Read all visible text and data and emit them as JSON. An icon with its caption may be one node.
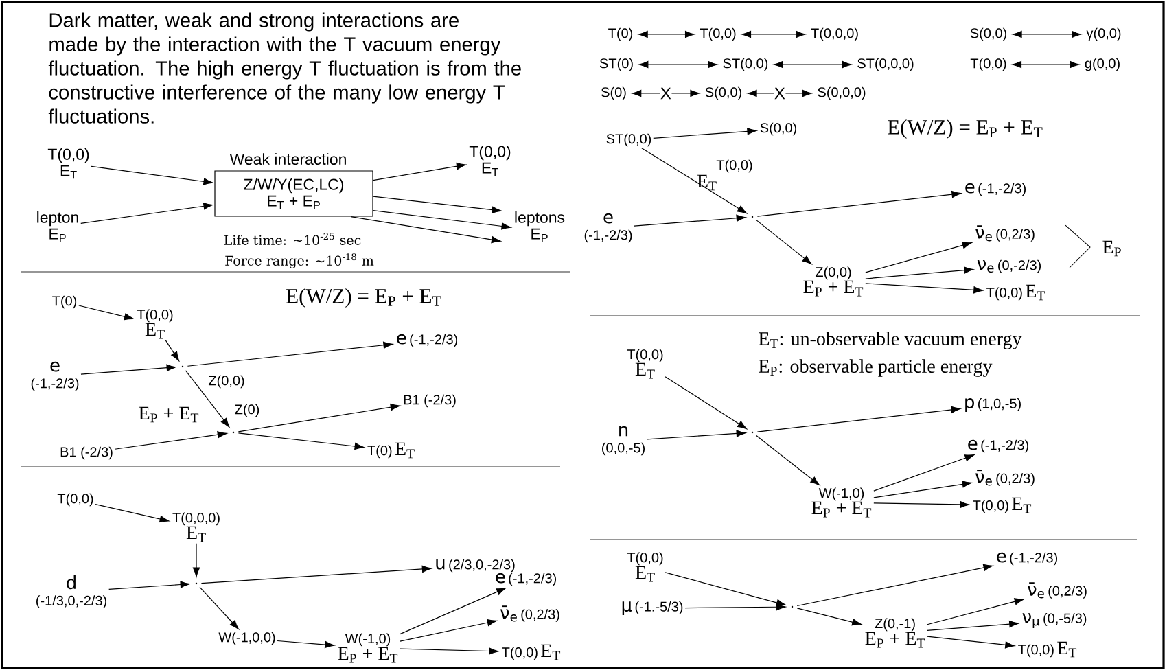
{
  "diagram": {
    "title": "Dark matter, weak and strong interactions are made by the interaction with the T vacuum energy fluctuation. The high energy T fluctuation is from the constructive interference of the many low energy T fluctuations.",
    "nodes": [
      {
        "text": [
          "T(0,0)",
          "E$_{T}$"
        ]
      },
      {
        "text": [
          "lepton",
          "E$_{P}$"
        ]
      },
      {
        "text": [
          "Weak interaction",
          "Z/W/Y(EC,LC)",
          "E$_{T}$ + E$_{P}$"
        ],
        "beside": [
          "Life time: ∼10$^{-25}$ sec",
          "Force range: ∼10$^{-18}$ m"
        ]
      },
      {
        "text": [
          "T(0,0)",
          "E$_{T}$"
        ]
      },
      {
        "text": [
          "leptons",
          "E$_{P}$"
        ]
      },
      {
        "text": [
          "T(0)"
        ]
      },
      {
        "text": [
          "T(0,0)",
          "E$_{T}$"
        ]
      },
      {
        "text": [
          "e",
          "(-1,-2/3)"
        ]
      },
      {
        "text": [],
        "shape": "dot"
      },
      {
        "text": [
          "e",
          "(-1,-2/3)"
        ]
      },
      {
        "text": [],
        "shape": "dot",
        "beside": [
          "Z(0)"
        ]
      },
      {
        "text": [
          "B1 (-2/3)"
        ]
      },
      {
        "text": [
          "B1 (-2/3)"
        ]
      },
      {
        "text": [
          "T(0)",
          "E$_{T}$"
        ]
      },
      {
        "text": [
          "T(0,0)"
        ]
      },
      {
        "text": [
          "T(0,0,0)",
          "E$_{T}$"
        ]
      },
      {
        "text": [
          "d",
          "(-1/3,0,-2/3)"
        ]
      },
      {
        "text": [],
        "shape": "dot"
      },
      {
        "text": [
          "u",
          "(2/3,0,-2/3)"
        ]
      },
      {
        "text": [
          "W(-1,0,0)"
        ]
      },
      {
        "text": [
          "W(-1,0)",
          "E$_{P}$ + E$_{T}$"
        ]
      },
      {
        "text": [
          "e",
          "(-1,-2/3)"
        ]
      },
      {
        "text": [
          "ν̄$_{e}$",
          "(0,2/3)"
        ]
      },
      {
        "text": [
          "T(0,0)",
          "E$_{T}$"
        ]
      },
      {
        "text": [
          "T(0)"
        ]
      },
      {
        "text": [
          "T(0,0)"
        ]
      },
      {
        "text": [
          "T(0,0,0)"
        ]
      },
      {
        "text": [
          "S(0,0)"
        ]
      },
      {
        "text": [
          "γ(0,0)"
        ]
      },
      {
        "text": [
          "ST(0)"
        ]
      },
      {
        "text": [
          "ST(0,0)"
        ]
      },
      {
        "text": [
          "ST(0,0,0)"
        ]
      },
      {
        "text": [
          "T(0,0)"
        ]
      },
      {
        "text": [
          "g(0,0)"
        ]
      },
      {
        "text": [
          "S(0)"
        ]
      },
      {
        "text": [
          "S(0,0)"
        ]
      },
      {
        "text": [
          "S(0,0,0)"
        ]
      },
      {
        "text": [
          "ST(0,0)"
        ]
      },
      {
        "text": [
          "S(0,0)"
        ]
      },
      {
        "text": [
          "e",
          "(-1,-2/3)"
        ]
      },
      {
        "text": [],
        "shape": "dot"
      },
      {
        "text": [
          "e",
          "(-1,-2/3)"
        ]
      },
      {
        "text": [
          "Z(0,0)",
          "E$_{P}$ + E$_{T}$"
        ]
      },
      {
        "text": [
          "ν̄$_{e}$",
          "(0,2/3)"
        ]
      },
      {
        "text": [
          "ν$_{e}$",
          "(0,-2/3)"
        ]
      },
      {
        "text": [
          "T(0,0)",
          "E$_{T}$"
        ]
      },
      {
        "text": [
          "T(0,0)",
          "E$_{T}$"
        ]
      },
      {
        "text": [
          "n",
          "(0,0,-5)"
        ]
      },
      {
        "text": [],
        "shape": "dot"
      },
      {
        "text": [
          "p",
          "(1,0,-5)"
        ]
      },
      {
        "text": [
          "W(-1,0)",
          "E$_{P}$ + E$_{T}$"
        ]
      },
      {
        "text": [
          "e",
          "(-1,-2/3)"
        ]
      },
      {
        "text": [
          "ν̄$_{e}$",
          "(0,2/3)"
        ]
      },
      {
        "text": [
          "T(0,0)",
          "E$_{T}$"
        ]
      },
      {
        "text": [
          "T(0,0)",
          "E$_{T}$"
        ]
      },
      {
        "text": [
          "μ",
          "(-1.-5/3)"
        ]
      },
      {
        "text": [],
        "shape": "dot"
      },
      {
        "text": [
          "e",
          "(-1,-2/3)"
        ]
      },
      {
        "text": [
          "Z(0,-1)",
          "E$_{P}$ + E$_{T}$"
        ]
      },
      {
        "text": [
          "ν̄$_{e}$",
          "(0,2/3)"
        ]
      },
      {
        "text": [
          "ν$_{μ}$",
          "(0,-5/3)"
        ]
      },
      {
        "text": [
          "T(0,0)",
          "E$_{T}$"
        ]
      }
    ],
    "edges": [
      {
        "from": 0,
        "to": 2,
        "arrow": "to"
      },
      {
        "from": 1,
        "to": 2,
        "arrow": "to"
      },
      {
        "from": 2,
        "to": 3,
        "arrow": "to"
      },
      {
        "from": 2,
        "to": 4,
        "arrow": "to"
      },
      {
        "from": 2,
        "to": 4,
        "arrow": "to"
      },
      {
        "from": 2,
        "to": 4,
        "arrow": "to"
      },
      {
        "from": 5,
        "to": 6,
        "arrow": "to"
      },
      {
        "from": 6,
        "to": 8,
        "arrow": "to"
      },
      {
        "from": 7,
        "to": 8,
        "arrow": "to"
      },
      {
        "from": 8,
        "to": 9,
        "arrow": "to"
      },
      {
        "from": 8,
        "to": 10,
        "arrow": "to"
      },
      {
        "from": 11,
        "to": 10,
        "arrow": "to"
      },
      {
        "from": 10,
        "to": 12,
        "arrow": "to"
      },
      {
        "from": 10,
        "to": 13,
        "arrow": "to"
      },
      {
        "from": 14,
        "to": 15,
        "arrow": "to"
      },
      {
        "from": 15,
        "to": 17,
        "arrow": "to"
      },
      {
        "from": 16,
        "to": 17,
        "arrow": "to"
      },
      {
        "from": 17,
        "to": 18,
        "arrow": "to"
      },
      {
        "from": 17,
        "to": 19,
        "arrow": "to"
      },
      {
        "from": 19,
        "to": 20,
        "arrow": "to"
      },
      {
        "from": 20,
        "to": 21,
        "arrow": "to"
      },
      {
        "from": 20,
        "to": 22,
        "arrow": "to"
      },
      {
        "from": 20,
        "to": 23,
        "arrow": "to"
      },
      {
        "from": 24,
        "to": 25,
        "arrow": "both"
      },
      {
        "from": 25,
        "to": 26,
        "arrow": "both"
      },
      {
        "from": 27,
        "to": 28,
        "arrow": "both"
      },
      {
        "from": 29,
        "to": 30,
        "arrow": "both"
      },
      {
        "from": 30,
        "to": 31,
        "arrow": "both"
      },
      {
        "from": 32,
        "to": 33,
        "arrow": "both"
      },
      {
        "from": 34,
        "to": 35,
        "arrow": "both",
        "label": "X"
      },
      {
        "from": 35,
        "to": 36,
        "arrow": "both",
        "label": "X"
      },
      {
        "from": 37,
        "to": 38,
        "arrow": "to"
      },
      {
        "from": 37,
        "to": 40,
        "arrow": "to"
      },
      {
        "from": 39,
        "to": 40,
        "arrow": "to"
      },
      {
        "from": 40,
        "to": 41,
        "arrow": "to"
      },
      {
        "from": 40,
        "to": 42,
        "arrow": "to"
      },
      {
        "from": 42,
        "to": 43,
        "arrow": "to"
      },
      {
        "from": 42,
        "to": 44,
        "arrow": "to"
      },
      {
        "from": 42,
        "to": 45,
        "arrow": "to"
      },
      {
        "from": 46,
        "to": 48,
        "arrow": "to"
      },
      {
        "from": 47,
        "to": 48,
        "arrow": "to"
      },
      {
        "from": 48,
        "to": 49,
        "arrow": "to"
      },
      {
        "from": 48,
        "to": 50,
        "arrow": "to"
      },
      {
        "from": 50,
        "to": 51,
        "arrow": "to"
      },
      {
        "from": 50,
        "to": 52,
        "arrow": "to"
      },
      {
        "from": 50,
        "to": 53,
        "arrow": "to"
      },
      {
        "from": 54,
        "to": 56,
        "arrow": "to"
      },
      {
        "from": 55,
        "to": 56,
        "arrow": "to"
      },
      {
        "from": 56,
        "to": 57,
        "arrow": "to"
      },
      {
        "from": 56,
        "to": 58,
        "arrow": "to"
      },
      {
        "from": 58,
        "to": 59,
        "arrow": "to"
      },
      {
        "from": 58,
        "to": 60,
        "arrow": "to"
      },
      {
        "from": 58,
        "to": 61,
        "arrow": "to"
      }
    ],
    "labels": [
      "E(W/Z) = E$_{P}$ + E$_{T}$",
      "Z(0,0)",
      "E$_{P}$ + E$_{T}$",
      "T(0,0)",
      "E$_{T}$",
      "E(W/Z) = E$_{P}$ + E$_{T}$",
      "E$_{P}$",
      "E$_{T}$: un-observable vacuum energy",
      "E$_{P}$: observable particle energy"
    ]
  }
}
